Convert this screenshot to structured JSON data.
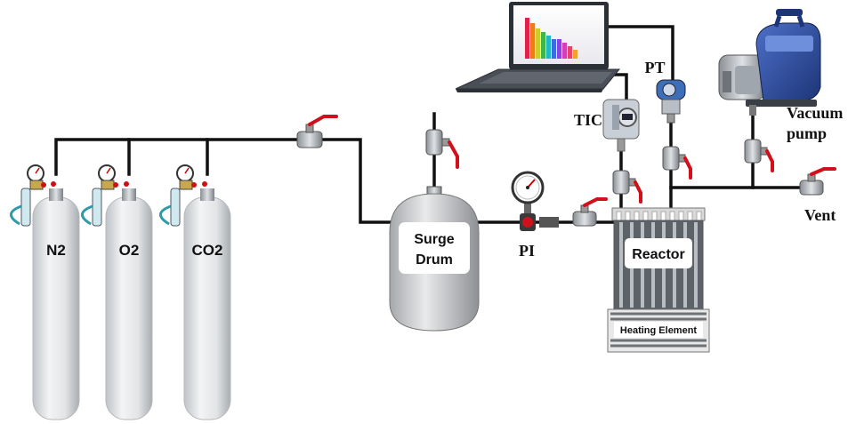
{
  "cylinders": [
    {
      "label": "N2"
    },
    {
      "label": "O2"
    },
    {
      "label": "CO2"
    }
  ],
  "surge_drum": {
    "line1": "Surge",
    "line2": "Drum"
  },
  "pressure_indicator": {
    "label": "PI"
  },
  "temperature_controller": {
    "label": "TIC"
  },
  "pressure_transmitter": {
    "label": "PT"
  },
  "vacuum_pump": {
    "line1": "Vacuum",
    "line2": "pump"
  },
  "vent": {
    "label": "Vent"
  },
  "reactor": {
    "label": "Reactor",
    "heater_label": "Heating Element"
  },
  "colors": {
    "pipe": "#111111",
    "valve_handle": "#d0101a",
    "cylinder_body": "#e6e8ea",
    "reactor_frame": "#d9d9d9",
    "pump_body": "#2f4fa8"
  },
  "icons": {
    "laptop": "laptop-icon",
    "gauge": "pressure-gauge-icon",
    "valve": "ball-valve-icon"
  }
}
